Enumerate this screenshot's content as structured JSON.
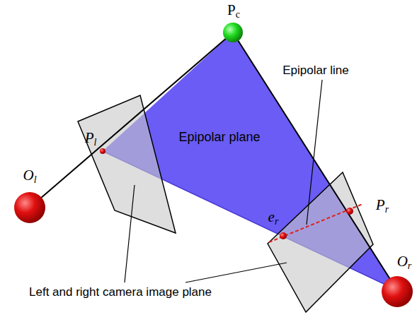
{
  "diagram": {
    "labels": [
      "Pc",
      "Epipolar line",
      "Pl",
      "Epipolar plane",
      "Ol",
      "Pr",
      "er",
      "Or",
      "Left and right camera image plane"
    ]
  }
}
